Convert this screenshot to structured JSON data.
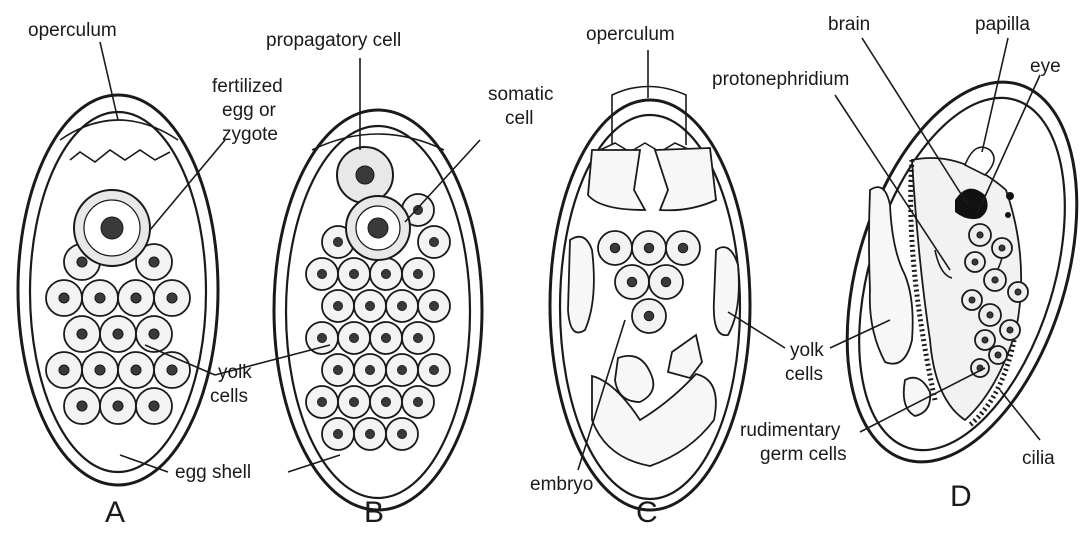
{
  "labels": {
    "operculum_a": "operculum",
    "fertilized": [
      "fertilized",
      "egg or",
      "zygote"
    ],
    "propagatory": "propagatory cell",
    "somatic": [
      "somatic",
      "cell"
    ],
    "yolk_a": [
      "yolk",
      "cells"
    ],
    "egg_shell": "egg shell",
    "operculum_c": "operculum",
    "protonephridium": "protonephridium",
    "brain": "brain",
    "papilla": "papilla",
    "eye": "eye",
    "yolk_c": [
      "yolk",
      "cells"
    ],
    "embryo": "embryo",
    "rudimentary": [
      "rudimentary",
      "germ cells"
    ],
    "cilia": "cilia"
  },
  "panels": [
    "A",
    "B",
    "C",
    "D"
  ]
}
